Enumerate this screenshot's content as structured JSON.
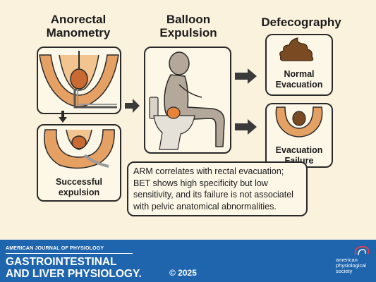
{
  "headings": {
    "manometry": "Anorectal\nManometry",
    "balloon": "Balloon\nExpulsion",
    "defecography": "Defecography"
  },
  "captions": {
    "successful": "Successful\nexpulsion",
    "normal": "Normal\nEvacuation",
    "failure": "Evacuation\nFailure"
  },
  "summary": "ARM correlates with rectal evacuation; BET shows high specificity but low sensitivity, and its failure is not associatel with pelvic anatomical abnormalities.",
  "footer": {
    "journal_top": "AMERICAN JOURNAL OF PHYSIOLOGY",
    "journal_line1": "GASTROINTESTINAL",
    "journal_line2": "AND LIVER PHYSIOLOGY.",
    "copyright": "© 2025",
    "society": "american\nphysiological\nsociety"
  },
  "colors": {
    "background": "#fbf2dd",
    "footer": "#1e65ad",
    "tissue": "#e5a063",
    "balloon": "#e8833a",
    "stool": "#7a4a22",
    "figure": "#b3a89a"
  }
}
